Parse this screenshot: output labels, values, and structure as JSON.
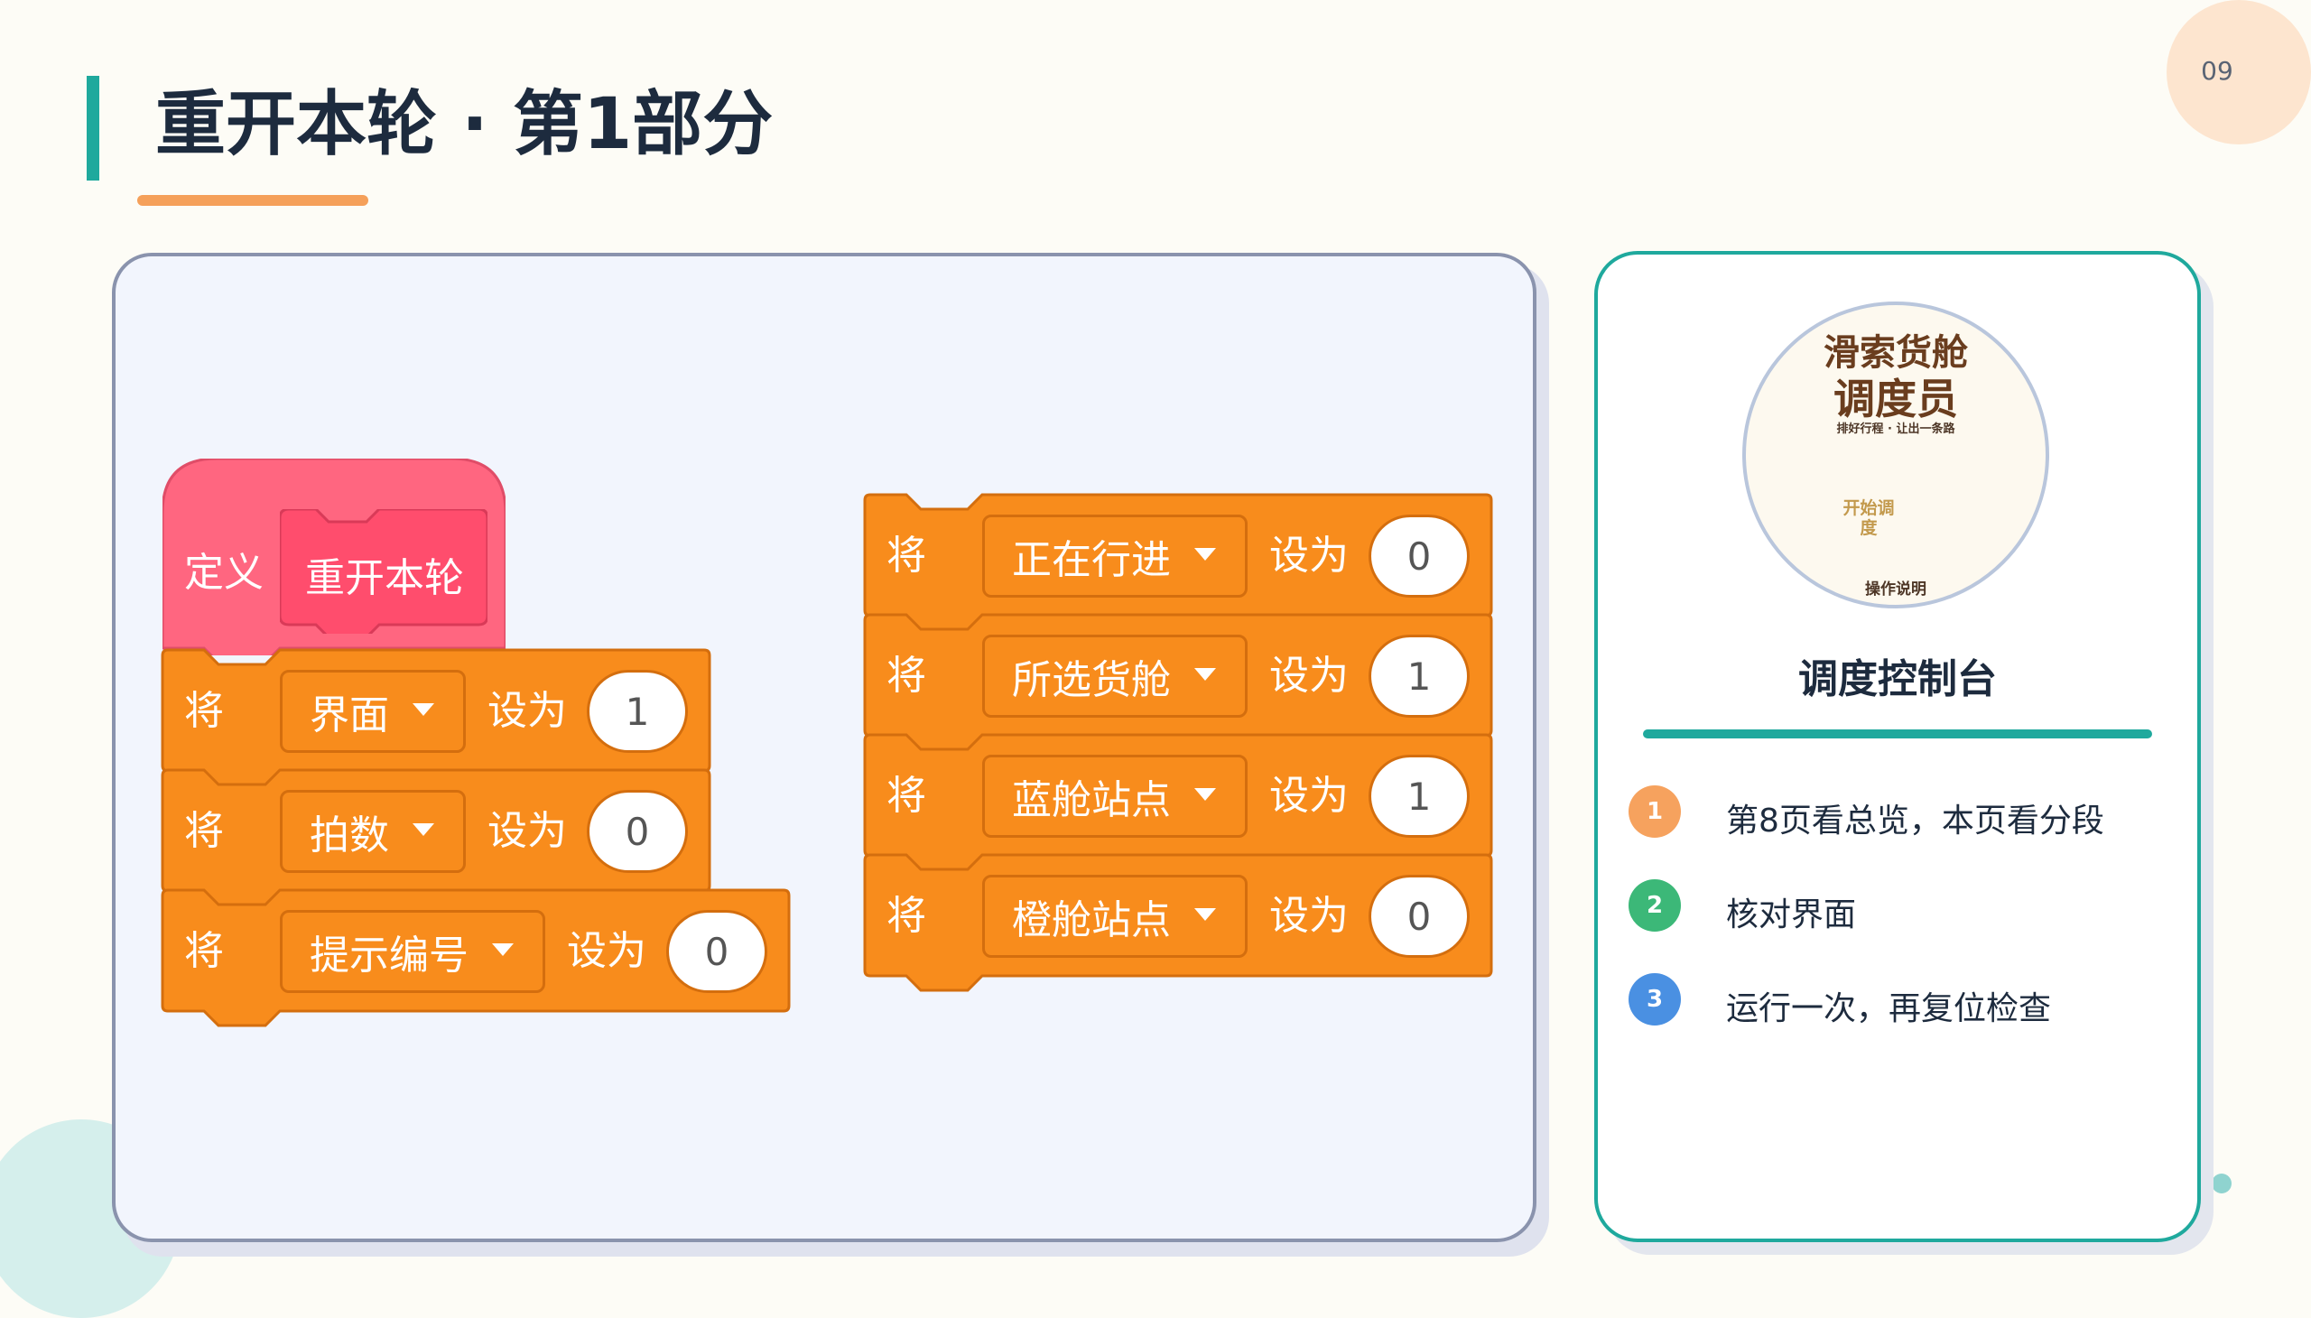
{
  "page": {
    "title": "重开本轮 · 第1部分",
    "page_number": "09",
    "colors": {
      "accent_teal": "#1fa99d",
      "accent_orange": "#f5a05a",
      "block_orange": "#f88c1c",
      "hat_pink": "#ff6680"
    }
  },
  "code": {
    "hat": {
      "keyword": "定义",
      "name": "重开本轮"
    },
    "left_stack": [
      {
        "verb": "将",
        "variable": "界面",
        "set_label": "设为",
        "value": "1"
      },
      {
        "verb": "将",
        "variable": "拍数",
        "set_label": "设为",
        "value": "0"
      },
      {
        "verb": "将",
        "variable": "提示编号",
        "set_label": "设为",
        "value": "0"
      }
    ],
    "right_stack": [
      {
        "verb": "将",
        "variable": "正在行进",
        "set_label": "设为",
        "value": "0"
      },
      {
        "verb": "将",
        "variable": "所选货舱",
        "set_label": "设为",
        "value": "1"
      },
      {
        "verb": "将",
        "variable": "蓝舱站点",
        "set_label": "设为",
        "value": "1"
      },
      {
        "verb": "将",
        "variable": "橙舱站点",
        "set_label": "设为",
        "value": "0"
      }
    ]
  },
  "card": {
    "thumbnail": {
      "title_line1": "滑索货舱",
      "title_line2": "调度员",
      "subtitle": "排好行程 · 让出一条路",
      "start_button": "开始调度",
      "help_button": "操作说明"
    },
    "title": "调度控制台",
    "steps": [
      {
        "number": "1",
        "text": "第8页看总览，本页看分段",
        "color": "#f6a25e"
      },
      {
        "number": "2",
        "text": "核对界面",
        "color": "#3cb878"
      },
      {
        "number": "3",
        "text": "运行一次，再复位检查",
        "color": "#4a90e2"
      }
    ]
  }
}
